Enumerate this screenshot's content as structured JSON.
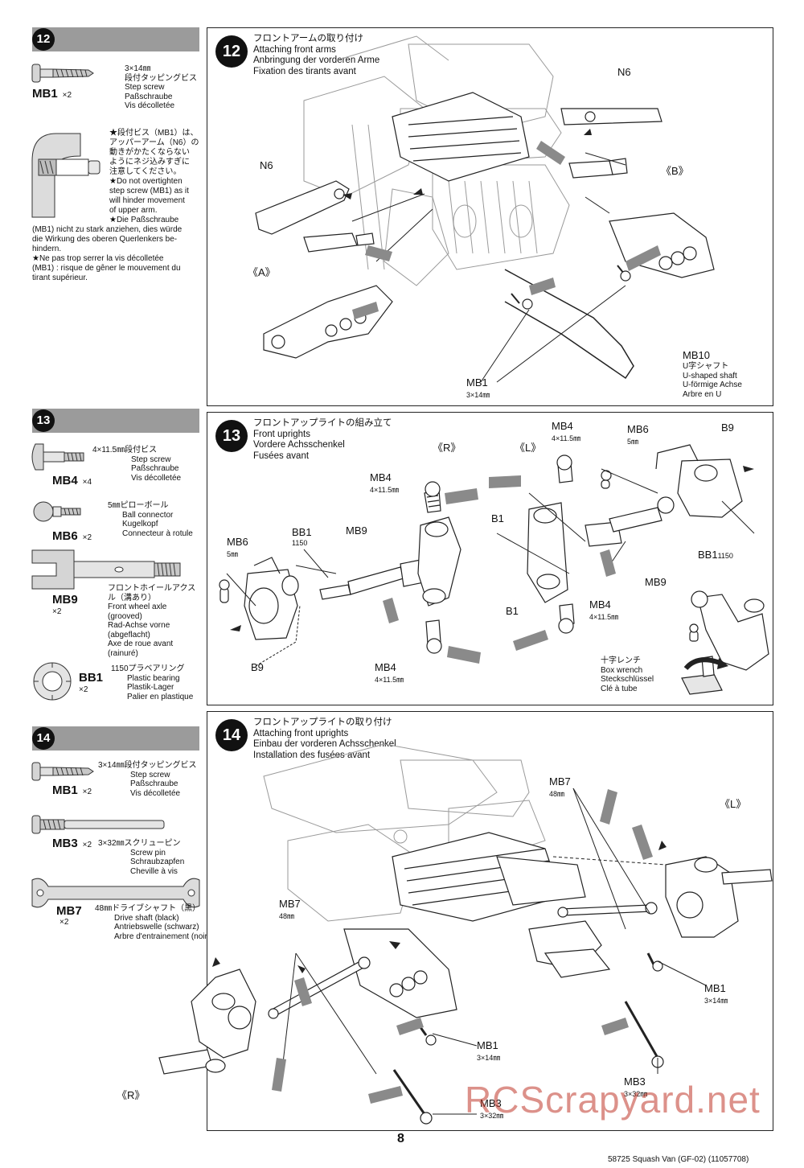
{
  "steps": [
    {
      "number": "12",
      "title_jp": "フロントアームの取り付け",
      "title_en": "Attaching front arms",
      "title_de": "Anbringung der vorderen Arme",
      "title_fr": "Fixation des tirants avant",
      "parts": [
        {
          "code": "MB1",
          "count": "×2",
          "spec": "3×14㎜",
          "name_jp": "段付タッピングビス",
          "name_en": "Step screw",
          "name_de": "Paßschraube",
          "name_fr": "Vis décolletée"
        }
      ],
      "note_lines": [
        "★段付ビス（MB1）は、",
        "アッパーアーム（N6）の",
        "動きがかたくならない",
        "ようにネジ込みすぎに",
        "注意してください。",
        "★Do not overtighten",
        "step screw (MB1) as it",
        "will hinder movement",
        "of upper arm.",
        "★Die Paßschraube",
        "(MB1) nicht zu stark anziehen, dies würde",
        "die Wirkung des oberen Querlenkers be-",
        "hindern.",
        "★Ne pas trop serrer la vis décolletée",
        "(MB1) : risque de gêner le mouvement du",
        "tirant supérieur."
      ],
      "labels": {
        "n6_top": "N6",
        "n6_left": "N6",
        "a": "《A》",
        "b": "《B》",
        "mb1": "MB1",
        "mb1_spec": "3×14㎜",
        "mb10": "MB10",
        "mb10_jp": "U字シャフト",
        "mb10_en": "U-shaped shaft",
        "mb10_de": "U-förmige Achse",
        "mb10_fr": "Arbre en U"
      }
    },
    {
      "number": "13",
      "title_jp": "フロントアップライトの組み立て",
      "title_en": "Front uprights",
      "title_de": "Vordere Achsschenkel",
      "title_fr": "Fusées avant",
      "parts": [
        {
          "code": "MB4",
          "count": "×4",
          "spec": "4×11.5㎜段付ビス",
          "name_en": "Step screw",
          "name_de": "Paßschraube",
          "name_fr": "Vis décolletée"
        },
        {
          "code": "MB6",
          "count": "×2",
          "spec": "5㎜ピローボール",
          "name_en": "Ball connector",
          "name_de": "Kugelkopf",
          "name_fr": "Connecteur à rotule"
        },
        {
          "code": "MB9",
          "count": "×2",
          "spec": "フロントホイールアクスル（溝あり）",
          "name_en": "Front wheel axle (grooved)",
          "name_de": "Rad-Achse vorne (abgeflacht)",
          "name_fr": "Axe de roue avant (rainuré)"
        },
        {
          "code": "BB1",
          "count": "×2",
          "spec": "1150プラベアリング",
          "name_en": "Plastic bearing",
          "name_de": "Plastik-Lager",
          "name_fr": "Palier en plastique"
        }
      ],
      "labels": {
        "r": "《R》",
        "l": "《L》",
        "mb4": "MB4",
        "mb4_spec": "4×11.5㎜",
        "mb6": "MB6",
        "mb6_spec": "5㎜",
        "bb1": "BB1",
        "bb1_spec": "1150",
        "mb9": "MB9",
        "b1": "B1",
        "b9": "B9",
        "wrench_jp": "十字レンチ",
        "wrench_en": "Box wrench",
        "wrench_de": "Steckschlüssel",
        "wrench_fr": "Clé à tube"
      }
    },
    {
      "number": "14",
      "title_jp": "フロントアップライトの取り付け",
      "title_en": "Attaching front uprights",
      "title_de": "Einbau der vorderen Achsschenkel",
      "title_fr": "Installation des fusées avant",
      "parts": [
        {
          "code": "MB1",
          "count": "×2",
          "spec": "3×14㎜段付タッピングビス",
          "name_en": "Step screw",
          "name_de": "Paßschraube",
          "name_fr": "Vis décolletée"
        },
        {
          "code": "MB3",
          "count": "×2",
          "spec": "3×32㎜スクリューピン",
          "name_en": "Screw pin",
          "name_de": "Schraubzapfen",
          "name_fr": "Cheville à vis"
        },
        {
          "code": "MB7",
          "count": "×2",
          "spec": "48㎜ドライブシャフト（黒）",
          "name_en": "Drive shaft (black)",
          "name_de": "Antriebswelle (schwarz)",
          "name_fr": "Arbre d'entrainement (noir)"
        }
      ],
      "labels": {
        "mb7": "MB7",
        "mb7_spec": "48㎜",
        "mb1": "MB1",
        "mb1_spec": "3×14㎜",
        "mb3": "MB3",
        "mb3_spec": "3×32㎜",
        "l": "《L》",
        "r": "《R》"
      }
    }
  ],
  "footer": {
    "page_number": "8",
    "model": "58725 Squash Van (GF-02) (11057708)"
  },
  "watermark": "RCScrapyard.net",
  "colors": {
    "step_bar": "#9b9b9b",
    "arrow_fill": "#8a8a8a",
    "watermark": "#c0392b"
  }
}
